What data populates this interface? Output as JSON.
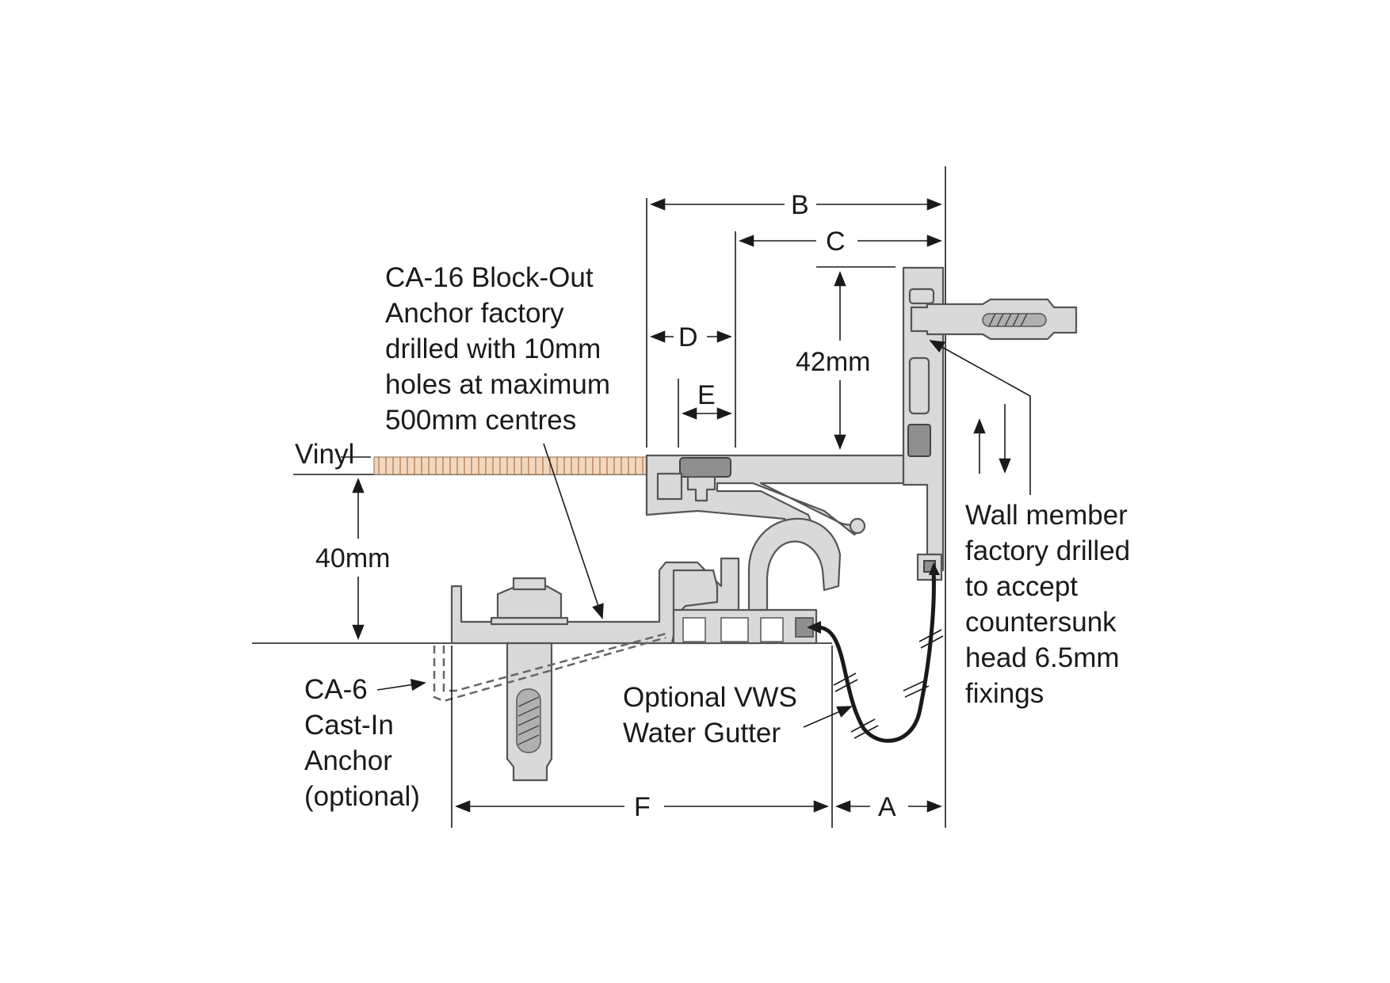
{
  "labels": {
    "anchor_note": [
      "CA-16 Block-Out",
      "Anchor factory",
      "drilled with 10mm",
      "holes at maximum",
      "500mm centres"
    ],
    "vinyl": "Vinyl",
    "height_40": "40mm",
    "height_42": "42mm",
    "cast_in": [
      "CA-6",
      "Cast-In",
      "Anchor",
      "(optional)"
    ],
    "gutter": [
      "Optional VWS",
      "Water Gutter"
    ],
    "wall_member": [
      "Wall member",
      "factory drilled",
      "to accept",
      "countersunk",
      "head 6.5mm",
      "fixings"
    ]
  },
  "dimensions": {
    "A": "A",
    "B": "B",
    "C": "C",
    "D": "D",
    "E": "E",
    "F": "F"
  },
  "colors": {
    "aluminium": "#d9d9d9",
    "vinyl": "#e8b98f",
    "line": "#1a1a1a"
  }
}
